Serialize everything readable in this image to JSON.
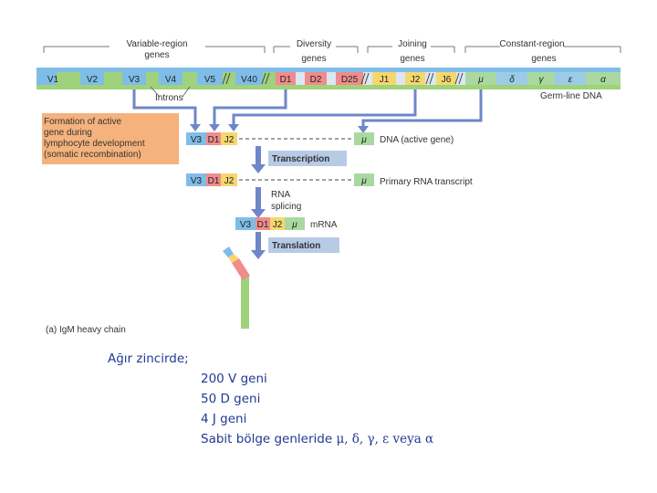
{
  "diagram": {
    "headers": {
      "variable": [
        "Variable-region",
        "genes"
      ],
      "diversity": [
        "Diversity",
        "genes"
      ],
      "joining": [
        "Joining",
        "genes"
      ],
      "constant": [
        "Constant-region",
        "genes"
      ]
    },
    "germline": {
      "v_segments": [
        "V1",
        "V2",
        "V3",
        "V4",
        "V5",
        "V40"
      ],
      "d_segments": [
        "D1",
        "D2",
        "D25"
      ],
      "j_segments": [
        "J1",
        "J2",
        "J6"
      ],
      "c_segments": [
        "μ",
        "δ",
        "γ",
        "ε",
        "α"
      ],
      "introns_label": "Introns",
      "germline_label": "Germ-line DNA"
    },
    "formation_box": [
      "Formation of active",
      "gene during",
      "lymphocyte development",
      "(somatic recombination)"
    ],
    "active_gene": {
      "segments": [
        "V3",
        "D1",
        "J2"
      ],
      "c": "μ",
      "label": "DNA (active gene)"
    },
    "transcription_label": "Transcription",
    "primary_rna": {
      "segments": [
        "V3",
        "D1",
        "J2"
      ],
      "c": "μ",
      "label": "Primary RNA transcript"
    },
    "splicing_label": [
      "RNA",
      "splicing"
    ],
    "mrna": {
      "segments": [
        "V3",
        "D1",
        "J2",
        "μ"
      ],
      "label": "mRNA"
    },
    "translation_label": "Translation",
    "panel_label": "(a) IgM heavy chain",
    "colors": {
      "v": "#7fbde8",
      "v_alt": "#9fd27a",
      "d": "#f08c8c",
      "j": "#f5d76e",
      "c": "#a9d9a0",
      "c_alt": "#9ccbe8",
      "arrow": "#6f86c9",
      "box": "#f5b27c"
    }
  },
  "caption": {
    "title": "Ağır zincirde;",
    "lines": [
      "200 V geni",
      "50 D geni",
      "4 J geni"
    ],
    "last_prefix": "Sabit bölge genleride ",
    "greek": "μ, δ, γ, ε veya  α"
  }
}
